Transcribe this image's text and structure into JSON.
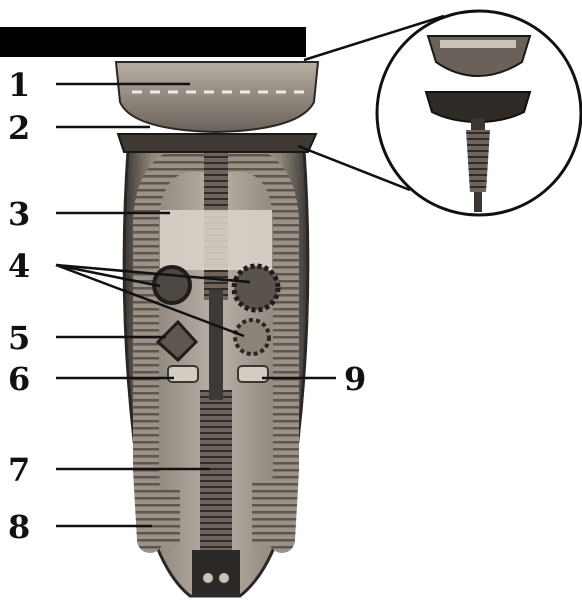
{
  "diagram": {
    "header_bar_color": "#000000",
    "callouts": [
      {
        "label": "1"
      },
      {
        "label": "2"
      },
      {
        "label": "3"
      },
      {
        "label": "4"
      },
      {
        "label": "5"
      },
      {
        "label": "6"
      },
      {
        "label": "7"
      },
      {
        "label": "8"
      },
      {
        "label": "9"
      }
    ],
    "inset": {
      "shape": "circle"
    },
    "colors": {
      "ink": "#111111",
      "metal_dark": "#4a4540",
      "metal_mid": "#8a8178",
      "metal_light": "#c9c2b8",
      "hose": "#9c9186"
    }
  }
}
